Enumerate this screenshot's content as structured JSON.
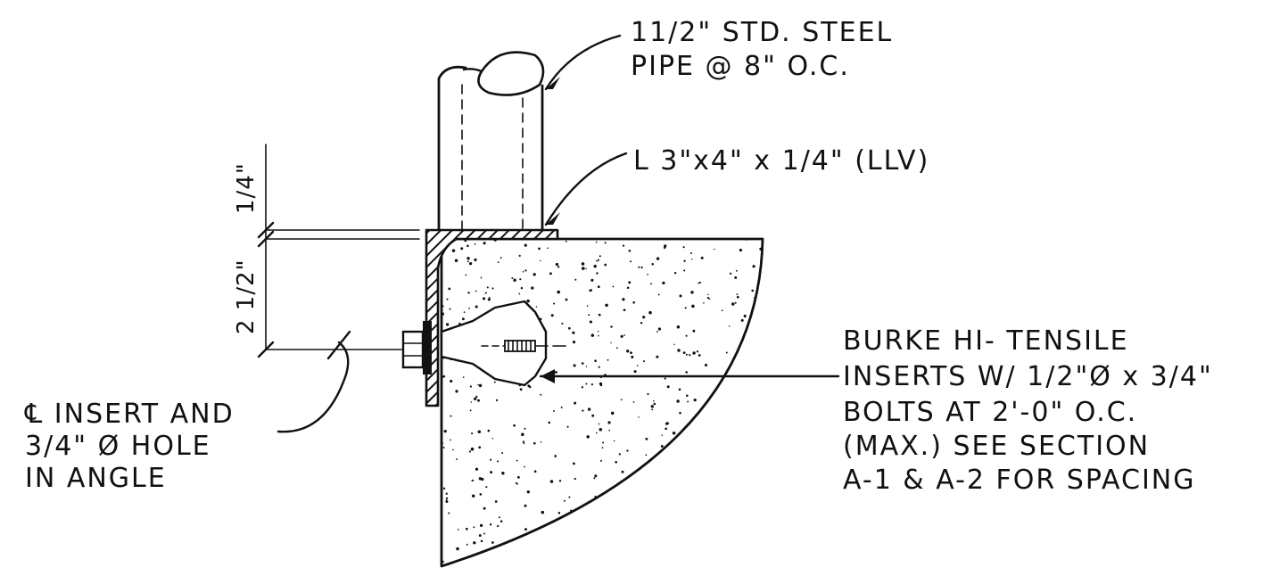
{
  "drawing": {
    "callout_pipe": [
      "11/2\" STD. STEEL",
      "PIPE @ 8\" O.C."
    ],
    "callout_angle": "L 3\"x4\" x 1/4\" (LLV)",
    "callout_insert": [
      "BURKE HI- TENSILE",
      "INSERTS W/ 1/2\"Ø x 3/4\"",
      "BOLTS AT 2'-0\" O.C.",
      "(MAX.)  SEE SECTION",
      " A-1 & A-2 FOR SPACING"
    ],
    "callout_hole": [
      "℄ INSERT AND",
      "3/4\" Ø HOLE",
      "IN ANGLE"
    ],
    "dim_top": "1/4\"",
    "dim_bottom": "2 1/2\""
  },
  "colors": {
    "ink": "#111111",
    "paper": "#ffffff"
  }
}
